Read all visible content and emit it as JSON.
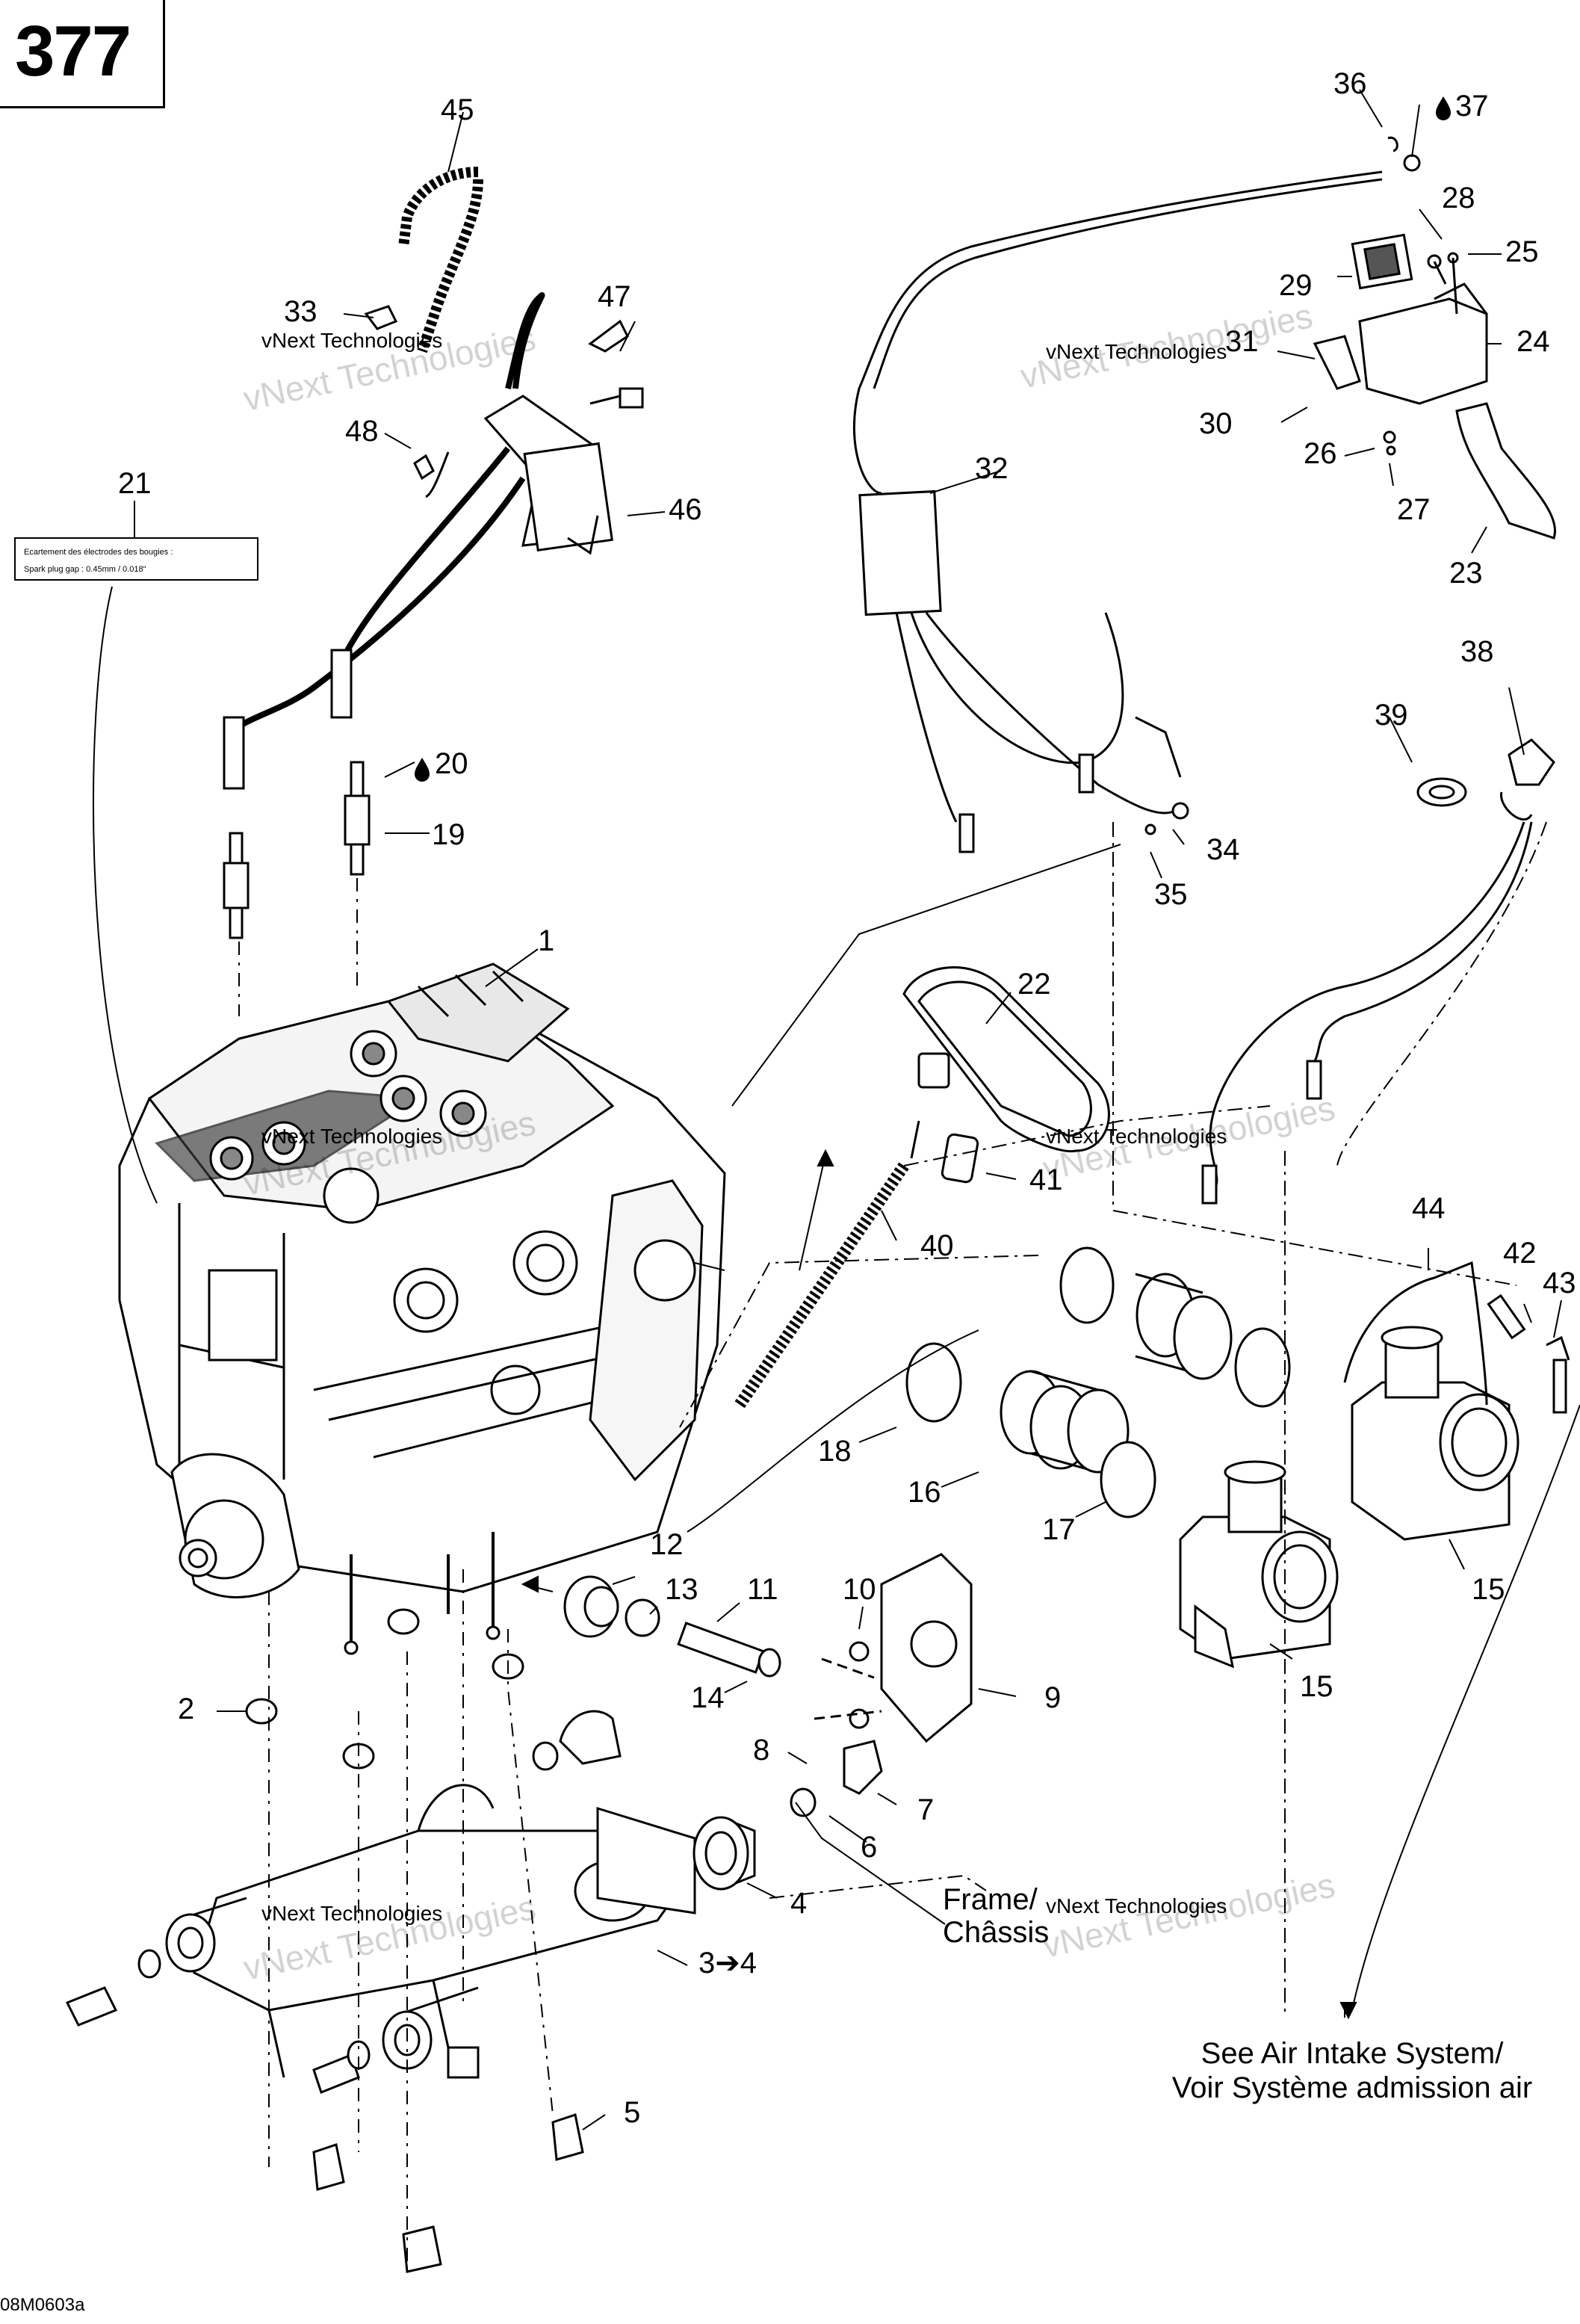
{
  "page_number": "377",
  "diagram_code": "08M0603a",
  "watermark": "vNext Technologies",
  "spark_plug_note": {
    "line1": "Ecartement des électrodes des bougies :",
    "line2": "Spark plug gap :   0.45mm / 0.018\""
  },
  "frame_label": {
    "line1": "Frame/",
    "line2": "Châssis"
  },
  "air_intake_note": {
    "line1": "See Air Intake System/",
    "line2": "Voir Système admission air"
  },
  "callouts": {
    "c1": "1",
    "c2": "2",
    "c3": "3➔4",
    "c4": "4",
    "c5": "5",
    "c6": "6",
    "c7": "7",
    "c8": "8",
    "c9": "9",
    "c10": "10",
    "c11": "11",
    "c12": "12",
    "c13": "13",
    "c14": "14",
    "c15a": "15",
    "c15b": "15",
    "c16": "16",
    "c17": "17",
    "c18": "18",
    "c19": "19",
    "c20": "20",
    "c21": "21",
    "c22": "22",
    "c23": "23",
    "c24": "24",
    "c25": "25",
    "c26": "26",
    "c27": "27",
    "c28": "28",
    "c29": "29",
    "c30": "30",
    "c31": "31",
    "c32": "32",
    "c33": "33",
    "c34": "34",
    "c35": "35",
    "c36": "36",
    "c37": "37",
    "c38": "38",
    "c39": "39",
    "c40": "40",
    "c41": "41",
    "c42": "42",
    "c43": "43",
    "c44": "44",
    "c45": "45",
    "c46": "46",
    "c47": "47",
    "c48": "48"
  },
  "icons": {
    "drop": "oil-drop-icon"
  }
}
